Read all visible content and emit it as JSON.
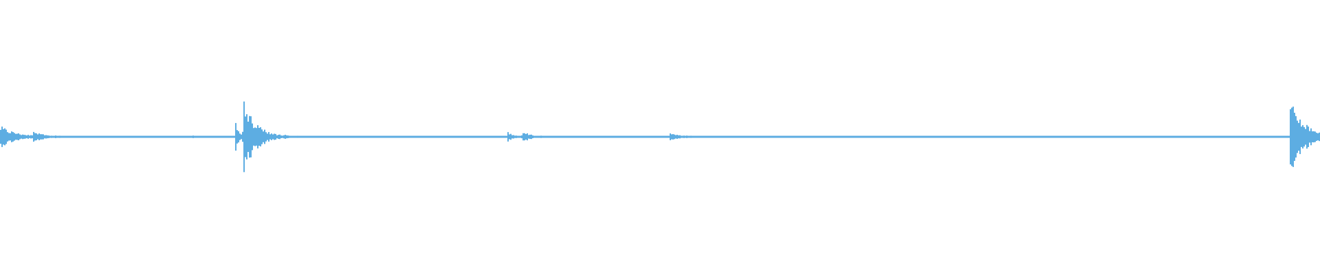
{
  "chart_data": {
    "type": "waveform",
    "color": "#5DADE2",
    "background": "#ffffff",
    "baseline_amplitude": 0.004,
    "ylim": [
      -1,
      1
    ],
    "events": [
      {
        "t": 0.0,
        "amplitude": 0.08,
        "decay": 0.012
      },
      {
        "t": 0.024,
        "amplitude": 0.04,
        "decay": 0.008
      },
      {
        "t": 0.145,
        "amplitude": 0.01,
        "decay": 0.004
      },
      {
        "t": 0.178,
        "amplitude": 0.14,
        "decay": 0.002
      },
      {
        "t": 0.184,
        "amplitude": 0.26,
        "decay": 0.01
      },
      {
        "t": 0.249,
        "amplitude": 0.01,
        "decay": 0.004
      },
      {
        "t": 0.384,
        "amplitude": 0.04,
        "decay": 0.004
      },
      {
        "t": 0.395,
        "amplitude": 0.05,
        "decay": 0.006
      },
      {
        "t": 0.507,
        "amplitude": 0.03,
        "decay": 0.008
      },
      {
        "t": 0.845,
        "amplitude": 0.006,
        "decay": 0.03
      },
      {
        "t": 0.977,
        "amplitude": 0.26,
        "decay": 0.012
      }
    ]
  }
}
